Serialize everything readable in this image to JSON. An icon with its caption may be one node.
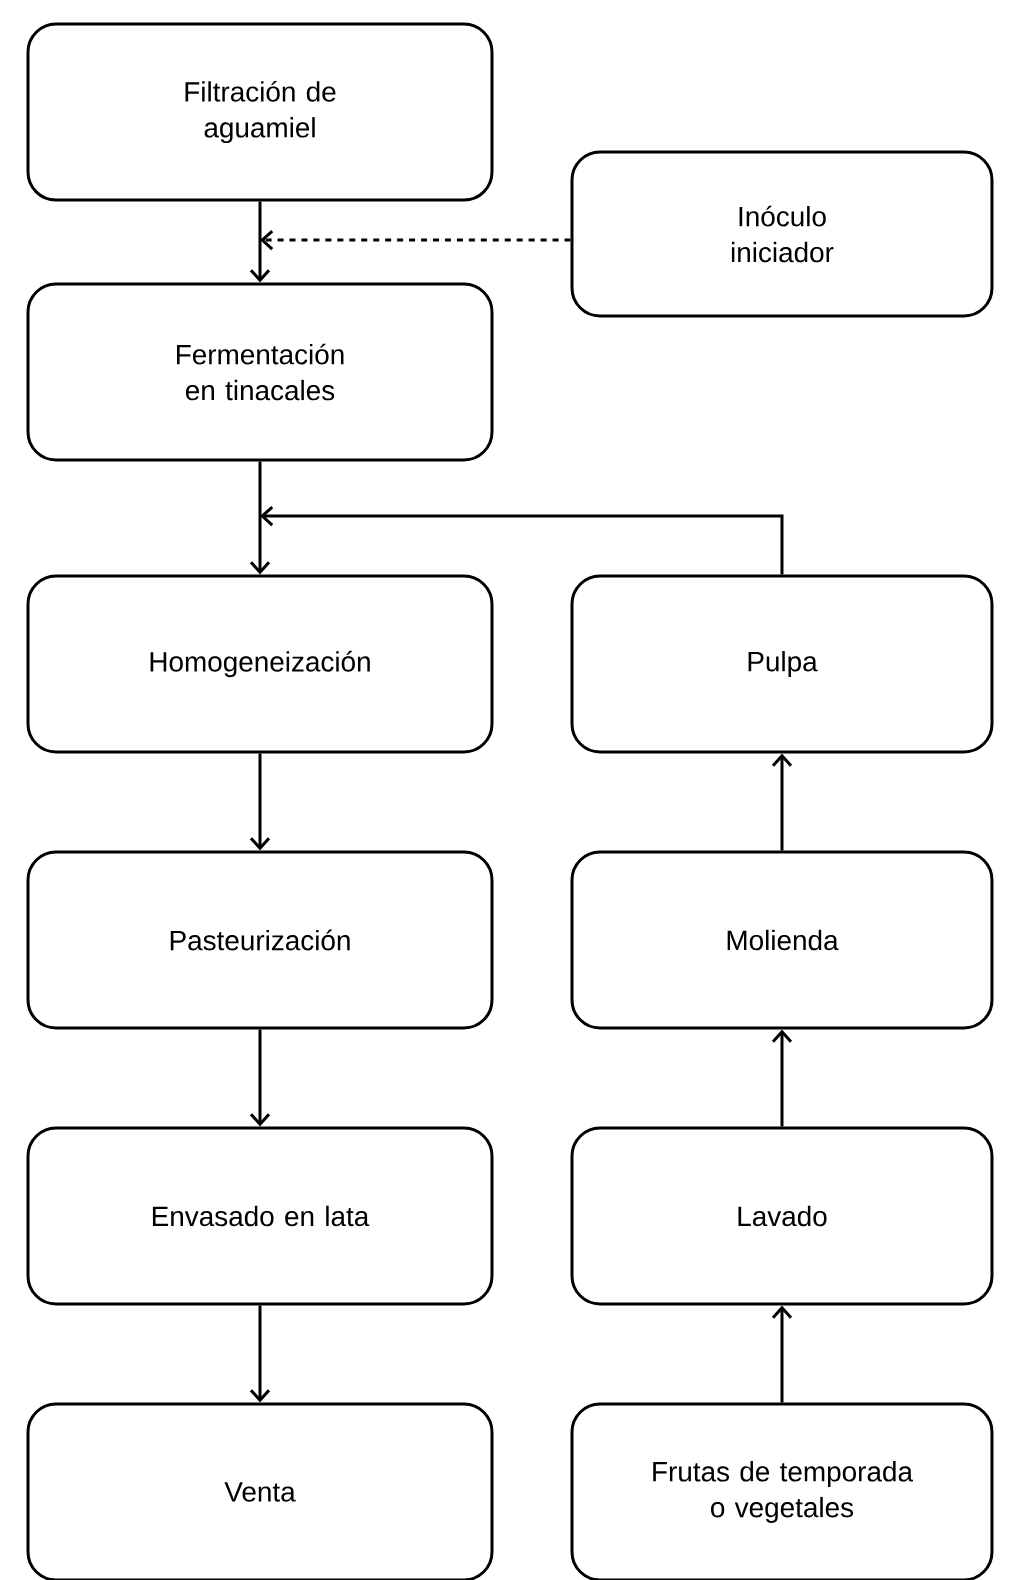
{
  "diagram": {
    "nodes": [
      {
        "text": [
          "Filtración de aguamiel"
        ]
      },
      {
        "text": [
          "Inóculo iniciador"
        ]
      },
      {
        "text": [
          "Fermentación en tinacales"
        ]
      },
      {
        "text": [
          "Homogeneización"
        ]
      },
      {
        "text": [
          "Pasteurización"
        ]
      },
      {
        "text": [
          "Envasado en lata"
        ]
      },
      {
        "text": [
          "Venta"
        ]
      },
      {
        "text": [
          "Pulpa"
        ]
      },
      {
        "text": [
          "Molienda"
        ]
      },
      {
        "text": [
          "Lavado"
        ]
      },
      {
        "text": [
          "Frutas de temporada o vegetales"
        ]
      }
    ],
    "edges": [
      {
        "from": 0,
        "to": 2,
        "arrow": "to"
      },
      {
        "from": 1,
        "to": null,
        "arrow": "to",
        "style": "dashed"
      },
      {
        "from": 2,
        "to": 3,
        "arrow": "to"
      },
      {
        "from": 3,
        "to": 4,
        "arrow": "to"
      },
      {
        "from": 4,
        "to": 5,
        "arrow": "to"
      },
      {
        "from": 5,
        "to": 6,
        "arrow": "to"
      },
      {
        "from": 10,
        "to": 9,
        "arrow": "to"
      },
      {
        "from": 9,
        "to": 8,
        "arrow": "to"
      },
      {
        "from": 8,
        "to": 7,
        "arrow": "to"
      },
      {
        "from": 7,
        "to": null,
        "arrow": "to"
      }
    ]
  }
}
